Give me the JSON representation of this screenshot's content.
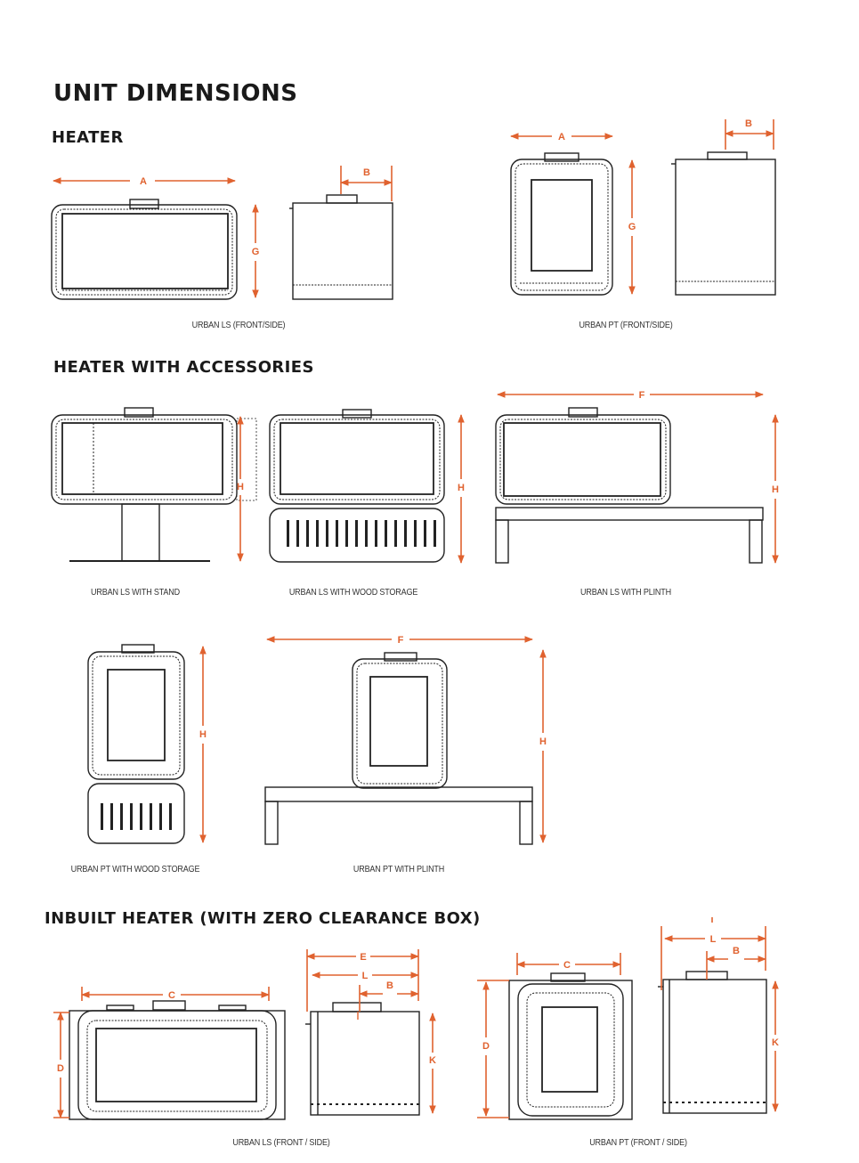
{
  "title": "UNIT DIMENSIONS",
  "sections": {
    "heater": "HEATER",
    "accessories": "HEATER WITH ACCESSORIES",
    "inbuilt": "INBUILT HEATER (WITH ZERO CLEARANCE BOX)"
  },
  "captions": {
    "ls_front_side": "URBAN LS (FRONT/SIDE)",
    "pt_front_side": "URBAN PT (FRONT/SIDE)",
    "ls_stand": "URBAN LS WITH STAND",
    "ls_wood": "URBAN LS WITH WOOD STORAGE",
    "ls_plinth": "URBAN LS WITH PLINTH",
    "pt_wood": "URBAN PT WITH WOOD STORAGE",
    "pt_plinth": "URBAN PT WITH PLINTH",
    "ls_inbuilt": "URBAN LS (FRONT / SIDE)",
    "pt_inbuilt": "URBAN PT (FRONT / SIDE)"
  },
  "dim_labels": {
    "a": "A",
    "b": "B",
    "c": "C",
    "d": "D",
    "e": "E",
    "f": "F",
    "g": "G",
    "h": "H",
    "k": "K",
    "l": "L"
  },
  "colors": {
    "dimension": "#e0622f",
    "line": "#222222"
  }
}
